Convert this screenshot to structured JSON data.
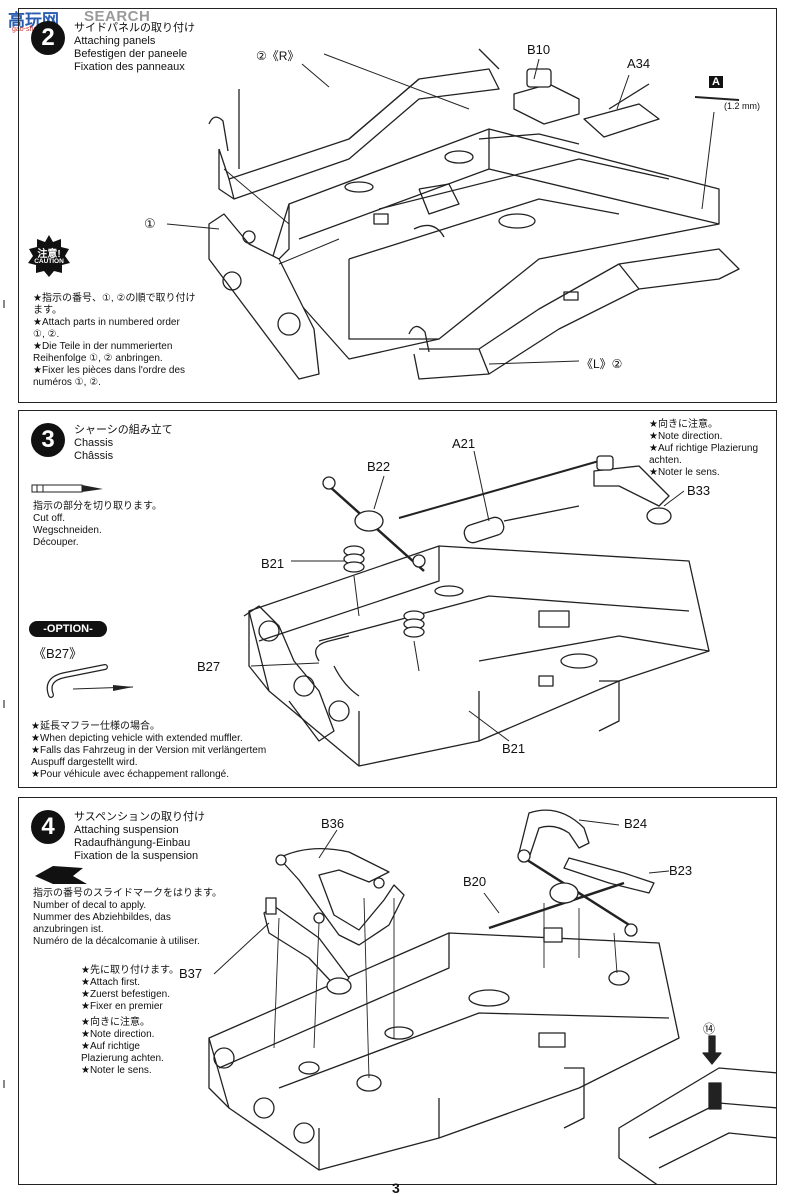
{
  "watermark": {
    "text": "SEARCH",
    "cn": "高玩网",
    "sub": "gao-shan.com"
  },
  "page_number": "3",
  "step2": {
    "number": "2",
    "title": [
      "サイドパネルの取り付け",
      "Attaching panels",
      "Befestigen der paneele",
      "Fixation des panneaux"
    ],
    "labels": {
      "r_panel": "②《R》",
      "b10": "B10",
      "a34": "A34",
      "a": "A",
      "a_size": "(1.2 mm)",
      "p1": "①",
      "l_panel": "《L》②"
    },
    "caution": {
      "jp": "注意!",
      "en": "CAUTION"
    },
    "note": [
      "★指示の番号、①, ②の順で取り付け",
      "ます。",
      "★Attach parts in numbered order",
      "①, ②.",
      "★Die Teile in der nummerierten",
      "Reihenfolge ①, ② anbringen.",
      "★Fixer les pièces dans l'ordre des",
      "numéros ①, ②."
    ]
  },
  "step3": {
    "number": "3",
    "title": [
      "シャーシの組み立て",
      "Chassis",
      "Châssis"
    ],
    "cut_note": [
      "指示の部分を切り取ります。",
      "Cut off.",
      "Wegschneiden.",
      "Découper."
    ],
    "direction_note": [
      "★向きに注意。",
      "★Note direction.",
      "★Auf richtige Plazierung",
      "achten.",
      "★Noter le sens."
    ],
    "labels": {
      "b22": "B22",
      "a21": "A21",
      "b33": "B33",
      "b21a": "B21",
      "b27": "B27",
      "b21b": "B21"
    },
    "option": {
      "badge": "-OPTION-",
      "part": "《B27》"
    },
    "option_note": [
      "★延長マフラー仕様の場合。",
      "★When depicting vehicle with extended muffler.",
      "★Falls das Fahrzeug in der Version mit verlängertem",
      "Auspuff dargestellt wird.",
      "★Pour véhicule avec échappement rallongé."
    ]
  },
  "step4": {
    "number": "4",
    "title": [
      "サスペンションの取り付け",
      "Attaching suspension",
      "Radaufhängung-Einbau",
      "Fixation de la suspension"
    ],
    "decal_note": [
      "指示の番号のスライドマークをはります。",
      "Number of decal to apply.",
      "Nummer des Abziehbildes, das",
      "anzubringen ist.",
      "Numéro de la décalcomanie à utiliser."
    ],
    "first_note": [
      "★先に取り付けます。",
      "★Attach first.",
      "★Zuerst befestigen.",
      "★Fixer en premier"
    ],
    "direction_note": [
      "★向きに注意。",
      "★Note direction.",
      "★Auf richtige",
      "Plazierung achten.",
      "★Noter le sens."
    ],
    "labels": {
      "b36": "B36",
      "b24": "B24",
      "b23": "B23",
      "b20": "B20",
      "b37": "B37",
      "decal14": "⑭"
    }
  }
}
